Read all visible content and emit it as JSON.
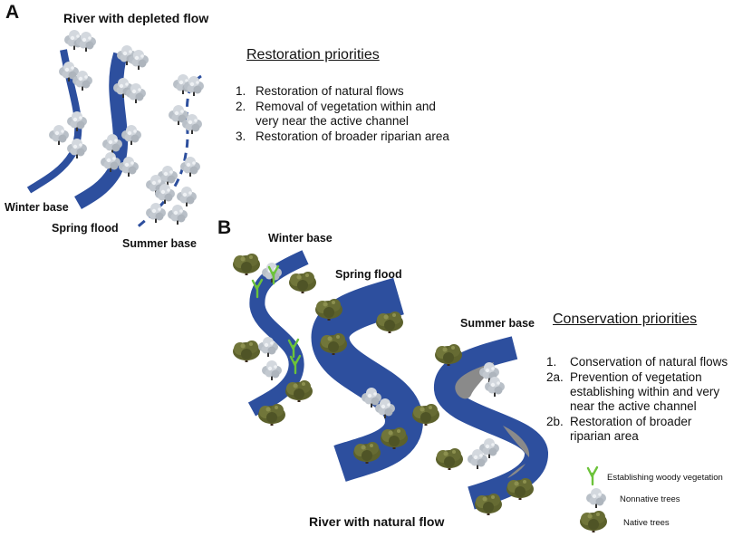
{
  "panel_a": {
    "letter": "A",
    "title": "River with depleted flow",
    "labels": {
      "winter": "Winter base",
      "spring": "Spring flood",
      "summer": "Summer base"
    },
    "priorities_heading": "Restoration priorities",
    "priorities": [
      {
        "num": "1.",
        "text": "Restoration of natural flows"
      },
      {
        "num": "2.",
        "text": "Removal of vegetation within and very near the active channel"
      },
      {
        "num": "3.",
        "text": "Restoration of broader riparian area"
      }
    ]
  },
  "panel_b": {
    "letter": "B",
    "title": "River with natural flow",
    "labels": {
      "winter": "Winter base",
      "spring": "Spring flood",
      "summer": "Summer base"
    },
    "priorities_heading": "Conservation priorities",
    "priorities": [
      {
        "num": "1.",
        "text": "Conservation of natural flows"
      },
      {
        "num": "2a.",
        "text": "Prevention of vegetation establishing within and very near the active channel"
      },
      {
        "num": "2b.",
        "text": "Restoration of broader riparian area"
      }
    ]
  },
  "legend": {
    "items": [
      {
        "icon": "seedling-icon",
        "label": "Establishing woody vegetation"
      },
      {
        "icon": "nonnative-tree-icon",
        "label": "Nonnative trees"
      },
      {
        "icon": "native-tree-icon",
        "label": "Native trees"
      }
    ]
  },
  "colors": {
    "river": "#2d4f9e",
    "nonnative_tree": "#c7cdd4",
    "native_tree": "#6b6f35",
    "seedling": "#6cc33a",
    "gravel_bar": "#8a8a8a"
  }
}
